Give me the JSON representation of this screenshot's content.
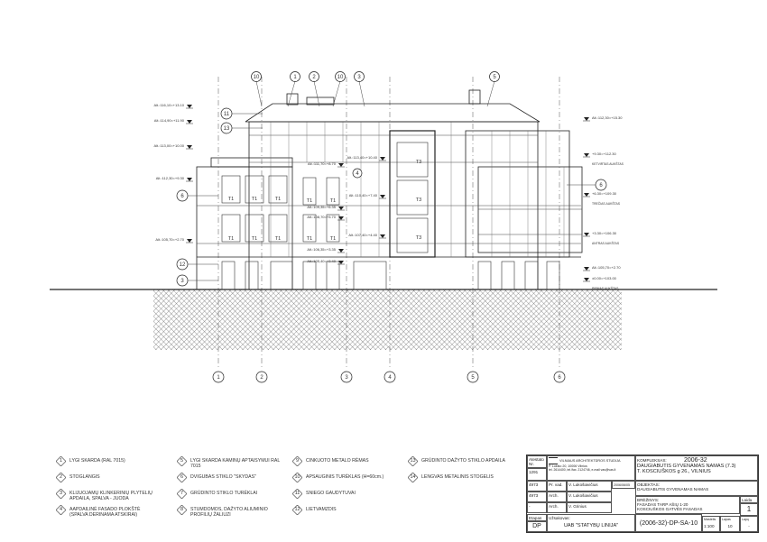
{
  "drawing": {
    "axes": [
      "1",
      "2",
      "3",
      "4",
      "5",
      "6"
    ],
    "top_callouts": [
      "10",
      "1",
      "2",
      "10",
      "3",
      "5"
    ],
    "left_callouts": [
      "11",
      "13",
      "6",
      "12",
      "3"
    ],
    "right_callouts": [
      "6"
    ],
    "mid_callout": "4",
    "elevations_left": [
      "Alt.:116,10=+13.10",
      "Alt.:114,90=+11.90",
      "Alt.:113,00=+10.00",
      "Alt.:112,30=+9.30",
      "Alt.:105,70=+2.70"
    ],
    "elevations_mid": [
      "Alt.:111,70=+8.70",
      "Alt.:109,35=+6.35",
      "Alt.:108,70=+5.70",
      "Alt.:106,35=+3.35",
      "Alt.:105,40=+2.40"
    ],
    "elevations_stair": [
      "Alt.:113,40=+10.40",
      "Alt.:110,40=+7.40",
      "Alt.:107,40=+4.40"
    ],
    "elevations_right": [
      {
        "value": "Alt.:112,30=+15.30",
        "label": ""
      },
      {
        "value": "+9.30=+112.30",
        "label": "KETVIRTAS AUKŠTAS"
      },
      {
        "value": "+6.30=+109.30",
        "label": "TREČIAS AUKŠTAS"
      },
      {
        "value": "+3.30=+106.30",
        "label": "ANTRAS AUKŠTAS"
      },
      {
        "value": "Alt.:105,70=+2.70",
        "label": ""
      },
      {
        "value": "±0.00=+103.00",
        "label": "PIRMAS AUKŠTAS"
      }
    ],
    "window_tags": [
      "T1",
      "T3"
    ]
  },
  "legend": [
    {
      "num": "1",
      "text": "LYGI SKARDA (RAL 7015)"
    },
    {
      "num": "2",
      "text": "STOGLANGIS"
    },
    {
      "num": "3",
      "text": "KLIJUOJAMŲ KLINKERINIŲ PLYTELIŲ APDAILA, SPALVA - JUODA"
    },
    {
      "num": "4",
      "text": "AAPDAILINĖ FASADO PLOKŠTĖ (SPALVA DERINAMA ATSKIRAI)"
    },
    {
      "num": "5",
      "text": "LYGI SKARDA KAMINŲ APTAISYMUI RAL 7015"
    },
    {
      "num": "6",
      "text": "DVIGUBAS STIKLO \"SKYDAS\""
    },
    {
      "num": "7",
      "text": "GRŪDINTO STIKLO TURĖKLAI"
    },
    {
      "num": "8",
      "text": "STUMDOMOS, DAŽYTO ALIUMINIO PROFILIŲ ŽALIUZI"
    },
    {
      "num": "9",
      "text": "CINKUOTO METALO RĖMAS"
    },
    {
      "num": "10",
      "text": "APSAUGINIS TURĖKLAS (H=60cm.)"
    },
    {
      "num": "11",
      "text": "SNIEGO GAUDYTUVAI"
    },
    {
      "num": "12",
      "text": "LIETVAMZDIS"
    },
    {
      "num": "13",
      "text": "GRŪDINTO DAŽYTO STIKLO APDAILA"
    },
    {
      "num": "14",
      "text": "LENGVAS METALINIS STOGELIS"
    }
  ],
  "titleblock": {
    "atestato_label": "Atestato Nr.",
    "atestato_no": "1291",
    "company": "VILNIAUS ARCHITEKTŪROS STUDIJA",
    "company_addr": "P. Lukšio 20, 10006 Vilnius",
    "company_contact": "tel. 2614400, tel./fax. 2124746, e-mail vas@vas.lt",
    "rows": [
      {
        "num": "4973",
        "role": "Pr. vad.",
        "name": "V. Lukošiavičius"
      },
      {
        "num": "4973",
        "role": "Arch.",
        "name": "V. Lukošiavičius"
      },
      {
        "num": "-",
        "role": "Arch.",
        "name": "V. Grinius"
      }
    ],
    "date": "2006/06/05",
    "komplexas_label": "KOMPLEKSAS:",
    "komplexas": "2006-32",
    "project_title": "DAUGIABUTIS GYVENAMAS NAMAS (7.3)",
    "project_addr": "T. KOSCIUŠKOS g 26., VILNIUS",
    "objektas_label": "OBJEKTAS:",
    "objektas": "DAUGIABUTIS GYVENAMAS NAMAS",
    "brezinys_label": "BRĖŽINYS:",
    "brezinys1": "FASADAS TARP AŠIŲ 1-20",
    "brezinys2": "KOSCIUŠKOS GATVĖS FASADAS",
    "laida_label": "Laida",
    "laida": "1",
    "etapas_label": "Etapas",
    "etapas": "DP",
    "uzsakovas_label": "Užsakovas:",
    "uzsakovas": "UAB \"STATYBŲ LINIJA\"",
    "code": "(2006-32)-DP-SA-10",
    "mastelis_label": "Mastelis",
    "mastelis": "1:100",
    "lapas_label": "Lapas",
    "lapas": "10",
    "lapu_label": "Lapų",
    "lapu": "-"
  }
}
